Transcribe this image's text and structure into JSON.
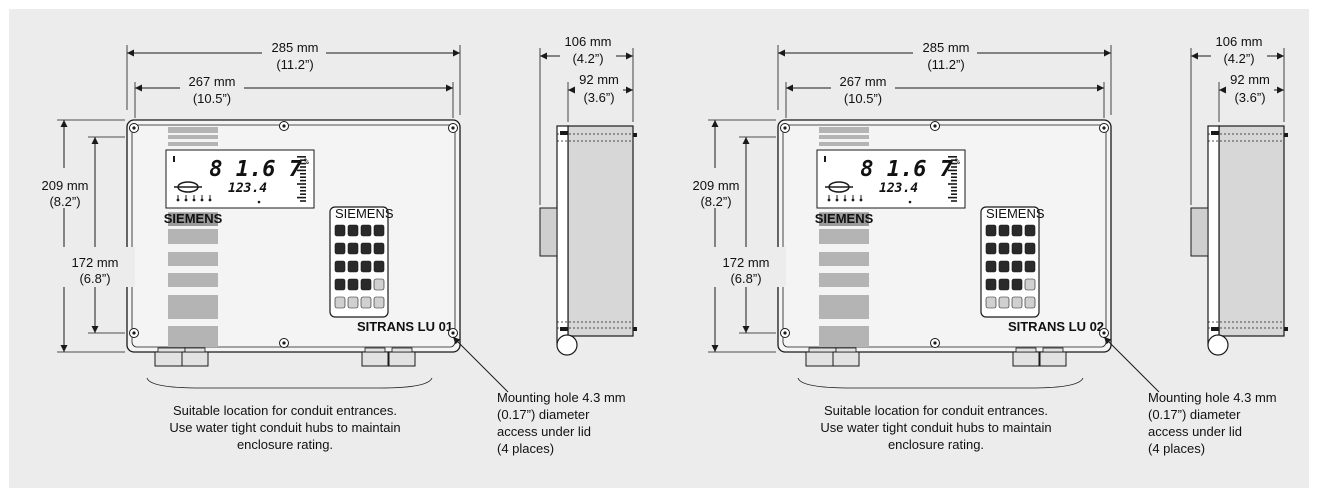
{
  "colors": {
    "background": "#ececec",
    "enclosure": "#f4f4f4",
    "stripe": "#b4b4b4",
    "side_body": "#d7d7d7",
    "line": "#1a1a1a"
  },
  "diagrams": [
    {
      "width_overall": "285 mm",
      "width_overall_in": "(11.2”)",
      "width_mounting": "267 mm",
      "width_mounting_in": "(10.5”)",
      "height_overall": "209 mm",
      "height_overall_in": "(8.2”)",
      "height_mounting": "172 mm",
      "height_mounting_in": "(6.8”)",
      "depth_overall": "106 mm",
      "depth_overall_in": "(4.2”)",
      "depth_body": "92 mm",
      "depth_body_in": "(3.6”)",
      "brand": "SIEMENS",
      "model": "SITRANS LU 01",
      "lcd_main": "8 1.6 7",
      "lcd_pct": "%",
      "lcd_sub": "123.4",
      "keypad_brand": "SIEMENS",
      "conduit_note": [
        "Suitable location for conduit entrances.",
        "Use water tight conduit hubs to maintain",
        "enclosure rating."
      ],
      "mounting_note": [
        "Mounting hole 4.3 mm",
        "(0.17”) diameter",
        "access under lid",
        "(4 places)"
      ]
    },
    {
      "width_overall": "285 mm",
      "width_overall_in": "(11.2”)",
      "width_mounting": "267 mm",
      "width_mounting_in": "(10.5”)",
      "height_overall": "209 mm",
      "height_overall_in": "(8.2”)",
      "height_mounting": "172 mm",
      "height_mounting_in": "(6.8”)",
      "depth_overall": "106 mm",
      "depth_overall_in": "(4.2”)",
      "depth_body": "92 mm",
      "depth_body_in": "(3.6”)",
      "brand": "SIEMENS",
      "model": "SITRANS LU 02",
      "lcd_main": "8 1.6 7",
      "lcd_pct": "%",
      "lcd_sub": "123.4",
      "keypad_brand": "SIEMENS",
      "conduit_note": [
        "Suitable location for conduit entrances.",
        "Use water tight conduit hubs to maintain",
        "enclosure rating."
      ],
      "mounting_note": [
        "Mounting hole 4.3 mm",
        "(0.17”) diameter",
        "access under lid",
        "(4 places)"
      ]
    }
  ]
}
